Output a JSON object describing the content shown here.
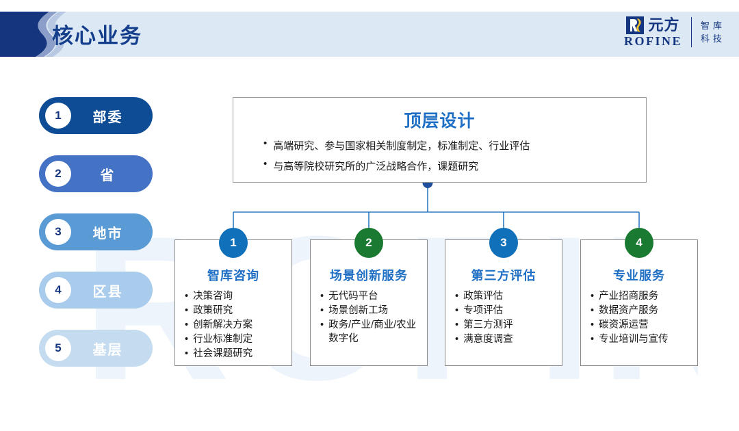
{
  "header": {
    "title": "核心业务",
    "bar_color": "#dce9f5",
    "title_color": "#143e8c",
    "swoosh_colors": [
      "#16357f",
      "#8a9ec9",
      "#b9c8e2"
    ]
  },
  "logo": {
    "mark_name": "rofine-logo-mark",
    "mark_bg": "#14357f",
    "mark_accent": "#f2c32b",
    "name_cn": "元方",
    "name_en": "ROFINE",
    "sub_lines": [
      "智库",
      "科技"
    ]
  },
  "levels": [
    {
      "num": "1",
      "label": "部委",
      "color": "#0f4c96"
    },
    {
      "num": "2",
      "label": "省",
      "color": "#4472c4"
    },
    {
      "num": "3",
      "label": "地市",
      "color": "#5b9bd5"
    },
    {
      "num": "4",
      "label": "区县",
      "color": "#a9cbec"
    },
    {
      "num": "5",
      "label": "基层",
      "color": "#c5dcf0"
    }
  ],
  "top_box": {
    "title": "顶层设计",
    "bullets": [
      "高端研究、参与国家相关制度制定，标准制定、行业评估",
      "与高等院校研究所的广泛战略合作，课题研究"
    ]
  },
  "cards": [
    {
      "num": "1",
      "circle_color": "#1071ba",
      "title": "智库咨询",
      "items": [
        "决策咨询",
        "政策研究",
        "创新解决方案",
        "行业标准制定",
        "社会课题研究"
      ]
    },
    {
      "num": "2",
      "circle_color": "#1b7a31",
      "title": "场景创新服务",
      "items": [
        "无代码平台",
        "场景创新工场",
        "政务/产业/商业/农业数字化"
      ]
    },
    {
      "num": "3",
      "circle_color": "#1071ba",
      "title": "第三方评估",
      "items": [
        "政策评估",
        "专项评估",
        "第三方测评",
        "满意度调查"
      ]
    },
    {
      "num": "4",
      "circle_color": "#1b7a31",
      "title": "专业服务",
      "items": [
        "产业招商服务",
        "数据资产服务",
        "碳资源运营",
        "专业培训与宣传"
      ]
    }
  ],
  "decor": {
    "watermark_text": "ROFINE",
    "connector_color": "#2f7ac0",
    "connector_dot_color": "#1f4e9c",
    "bullet_glyph": "•"
  }
}
